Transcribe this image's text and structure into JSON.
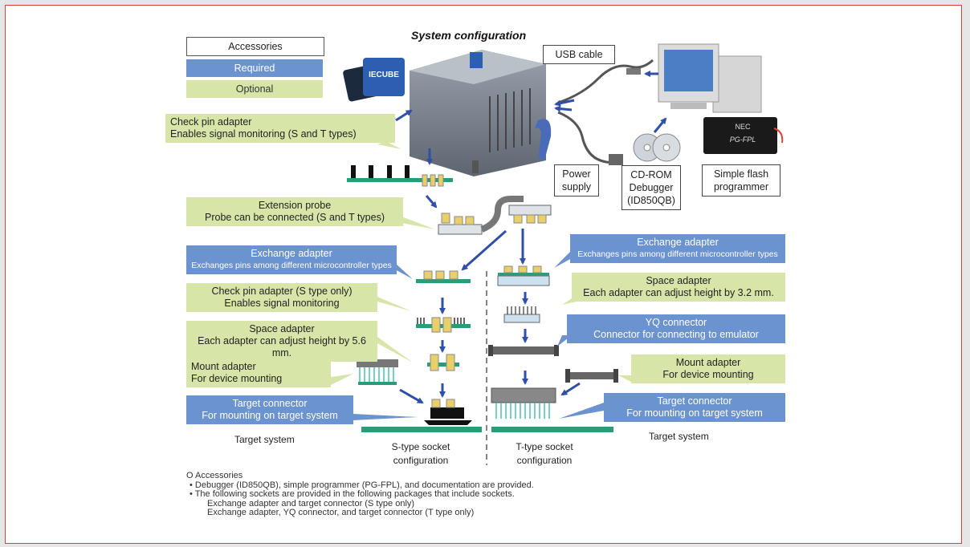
{
  "title": "System configuration",
  "legend": {
    "accessories": "Accessories",
    "required": "Required",
    "optional": "Optional"
  },
  "logo_text": "IECUBE",
  "programmer_text": {
    "brand": "NEC",
    "model": "PG-FPL"
  },
  "boxes": {
    "usb_cable": "USB cable",
    "power_supply": "Power\nsupply",
    "cd_rom": "CD-ROM\nDebugger\n(ID850QB)",
    "flash_programmer": "Simple flash\nprogrammer"
  },
  "callouts": {
    "check_pin_top": {
      "line1": "Check pin adapter",
      "line2": "Enables signal monitoring (S and T types)"
    },
    "extension_probe": {
      "line1": "Extension probe",
      "line2": "Probe can be connected (S and T types)"
    },
    "exchange_left": {
      "line1": "Exchange adapter",
      "line2": "Exchanges pins among different microcontroller types"
    },
    "check_pin_s": {
      "line1": "Check pin adapter (S type only)",
      "line2": "Enables signal monitoring"
    },
    "space_left": {
      "line1": "Space adapter",
      "line2": "Each adapter can adjust height by 5.6 mm."
    },
    "mount_left": {
      "line1": "Mount adapter",
      "line2": "For device mounting"
    },
    "target_left": {
      "line1": "Target connector",
      "line2": "For mounting on target system"
    },
    "exchange_right": {
      "line1": "Exchange adapter",
      "line2": "Exchanges pins among different microcontroller types"
    },
    "space_right": {
      "line1": "Space adapter",
      "line2": "Each adapter can adjust height by 3.2 mm."
    },
    "yq_right": {
      "line1": "YQ connector",
      "line2": "Connector for connecting to emulator"
    },
    "mount_right": {
      "line1": "Mount adapter",
      "line2": "For device mounting"
    },
    "target_right": {
      "line1": "Target connector",
      "line2": "For mounting on target system"
    }
  },
  "labels": {
    "target_system_left": "Target system",
    "target_system_right": "Target system",
    "s_type": "S-type socket\nconfiguration",
    "t_type": "T-type socket\nconfiguration"
  },
  "notes": {
    "heading": "O Accessories",
    "bullet1": "• Debugger (ID850QB), simple programmer (PG-FPL), and documentation are provided.",
    "bullet2": "• The following sockets are provided in the following packages that include sockets.",
    "sub1": "Exchange adapter and target connector (S type only)",
    "sub2": "Exchange adapter, YQ connector, and target connector (T type only)"
  },
  "colors": {
    "required": "#6b93cf",
    "optional": "#d7e6a8",
    "arrow": "#2f4fa8",
    "board": "#2e9a78",
    "pin": "#e8cf6a"
  }
}
